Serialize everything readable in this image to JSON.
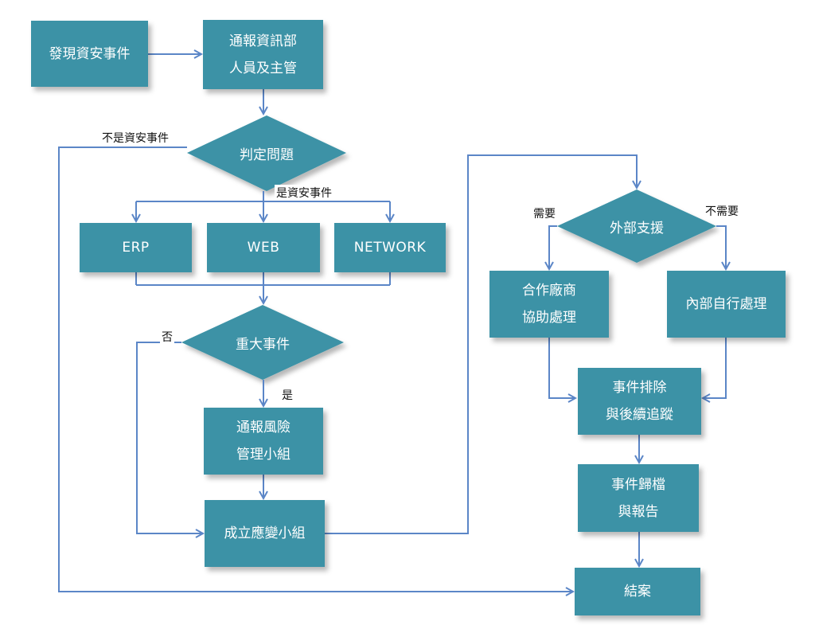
{
  "nodes": {
    "discover": "發現資安事件",
    "notify_it": [
      "通報資訊部",
      "人員及主管"
    ],
    "judge": "判定問題",
    "erp": "ERP",
    "web": "WEB",
    "network": "NETWORK",
    "major": "重大事件",
    "notify_risk": [
      "通報風險",
      "管理小組"
    ],
    "response_team": "成立應變小組",
    "external": "外部支援",
    "vendor": [
      "合作廠商",
      "協助處理"
    ],
    "internal": "內部自行處理",
    "remove": [
      "事件排除",
      "與後續追蹤"
    ],
    "archive": [
      "事件歸檔",
      "與報告"
    ],
    "close": "結案"
  },
  "edge_labels": {
    "not_incident": "不是資安事件",
    "is_incident": "是資安事件",
    "no": "否",
    "yes": "是",
    "need": "需要",
    "no_need": "不需要"
  },
  "colors": {
    "box_fill": "#3c92a6",
    "connector": "#5b86c7",
    "text": "#ffffff"
  }
}
